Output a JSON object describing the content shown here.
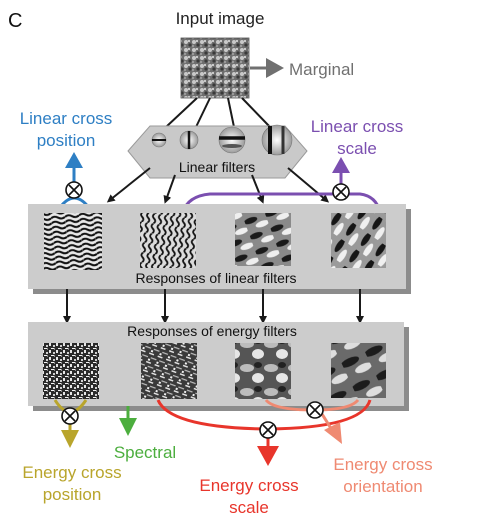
{
  "panel_letter": "C",
  "input_label": "Input image",
  "marginal_label": "Marginal",
  "linear_cross_position": [
    "Linear cross",
    "position"
  ],
  "linear_cross_scale": [
    "Linear cross",
    "scale"
  ],
  "linear_filters_label": "Linear filters",
  "responses_linear_label": "Responses of linear filters",
  "responses_energy_label": "Responses of energy filters",
  "energy_cross_position": [
    "Energy cross",
    "position"
  ],
  "spectral_label": "Spectral",
  "energy_cross_scale": [
    "Energy cross",
    "scale"
  ],
  "energy_cross_orientation": [
    "Energy cross",
    "orientation"
  ],
  "colors": {
    "blue": "#2e7fc4",
    "purple": "#7b4fb0",
    "olive": "#b9a52c",
    "green": "#4cae3e",
    "red": "#e8352b",
    "salmon": "#ef8a72",
    "gray_text": "#707070"
  }
}
